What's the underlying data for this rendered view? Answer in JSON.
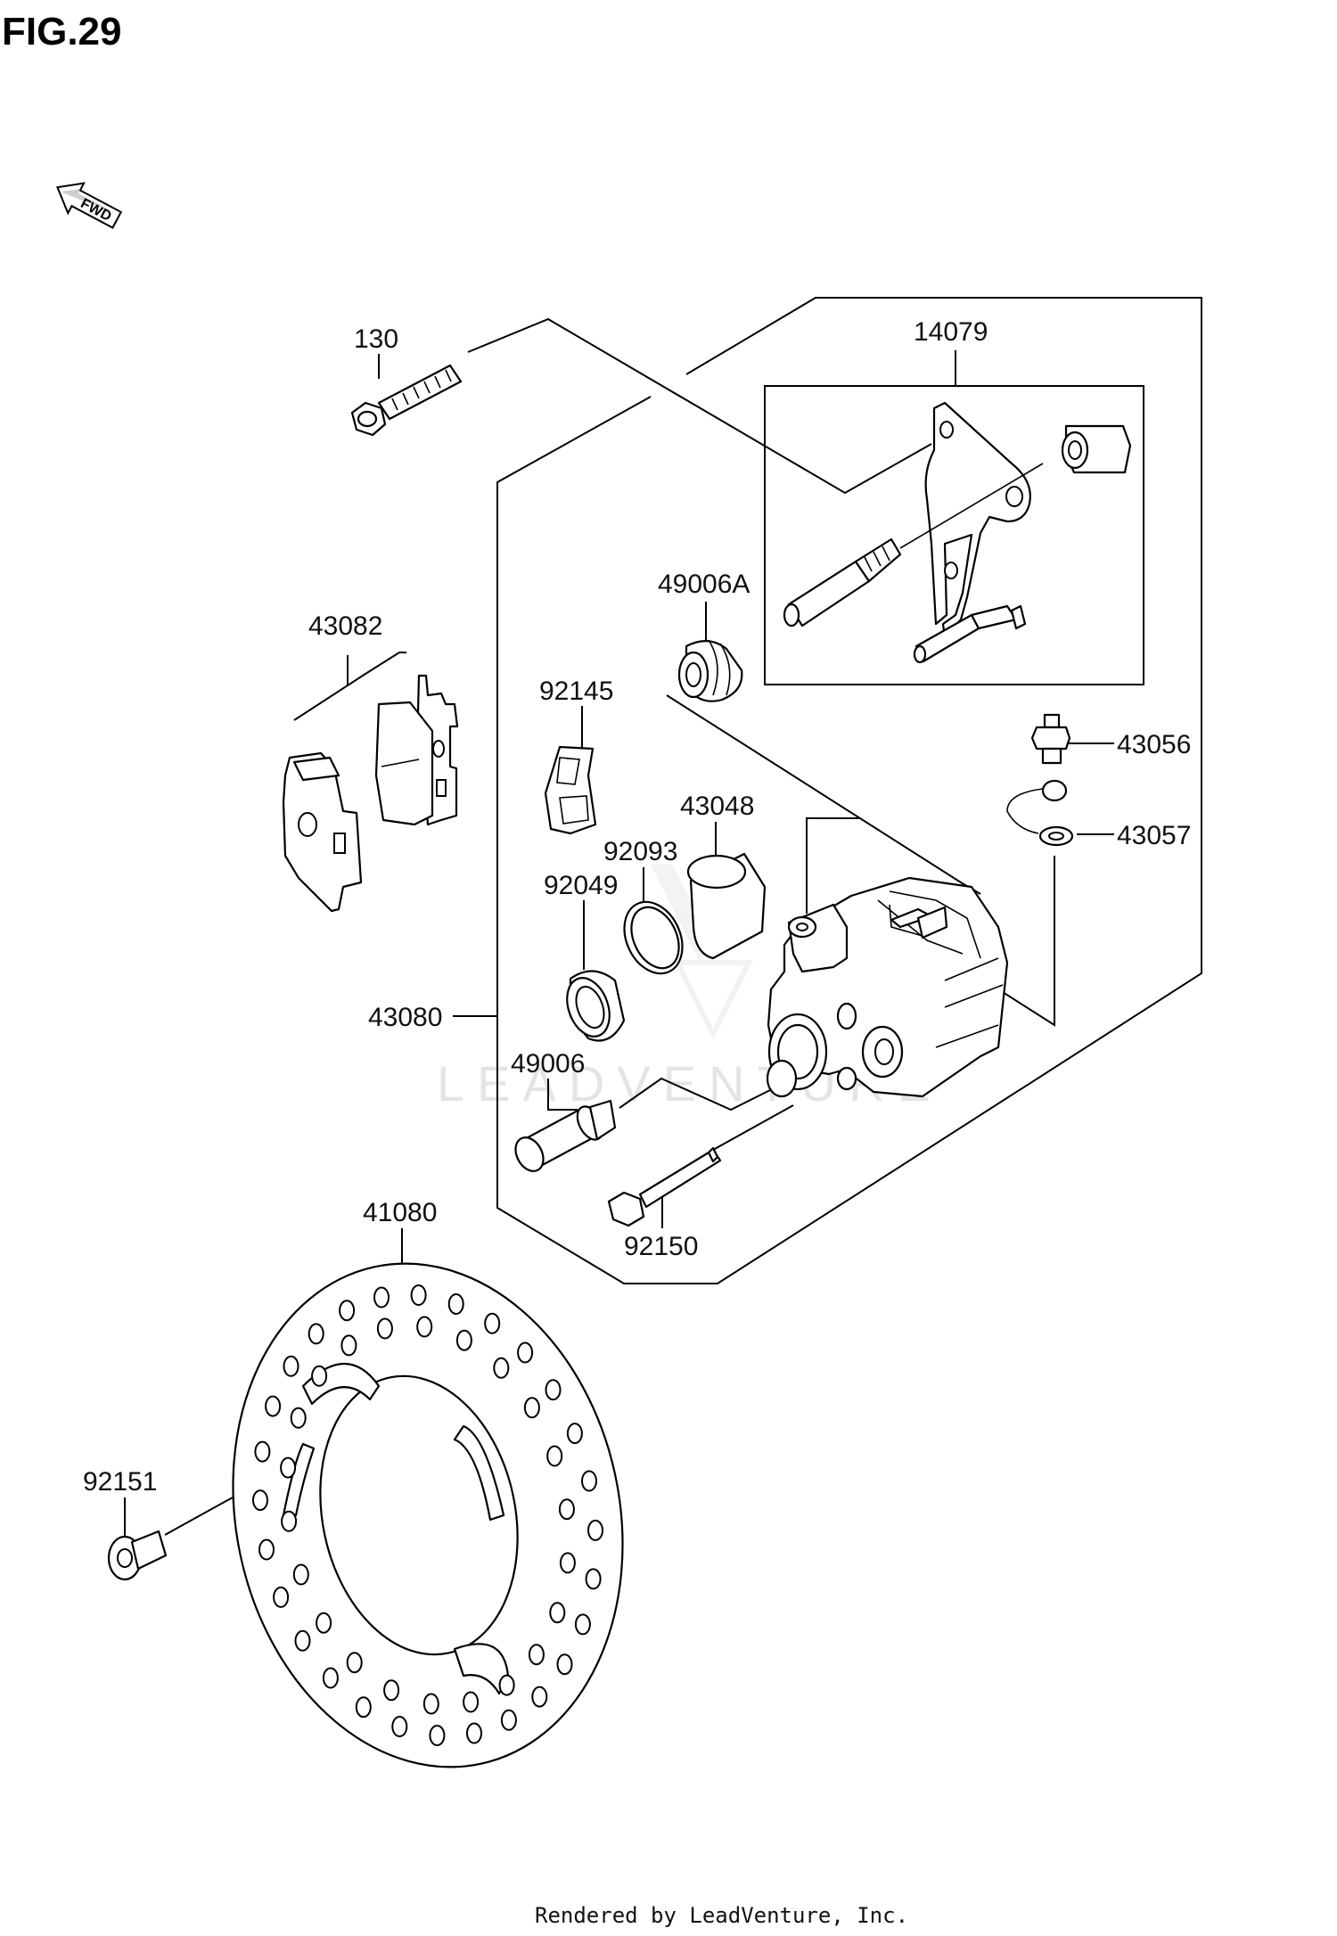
{
  "figure": {
    "title": "FIG.29",
    "fwd_label": "FWD",
    "watermark": "LEADVENTURE",
    "footer": "Rendered by LeadVenture, Inc."
  },
  "parts": {
    "p130": "130",
    "p14079": "14079",
    "p49006A": "49006A",
    "p43082": "43082",
    "p92145": "92145",
    "p43056": "43056",
    "p43048": "43048",
    "p43057": "43057",
    "p92093": "92093",
    "p92049": "92049",
    "p43080": "43080",
    "p49006": "49006",
    "p92150": "92150",
    "p41080": "41080",
    "p92151": "92151"
  }
}
